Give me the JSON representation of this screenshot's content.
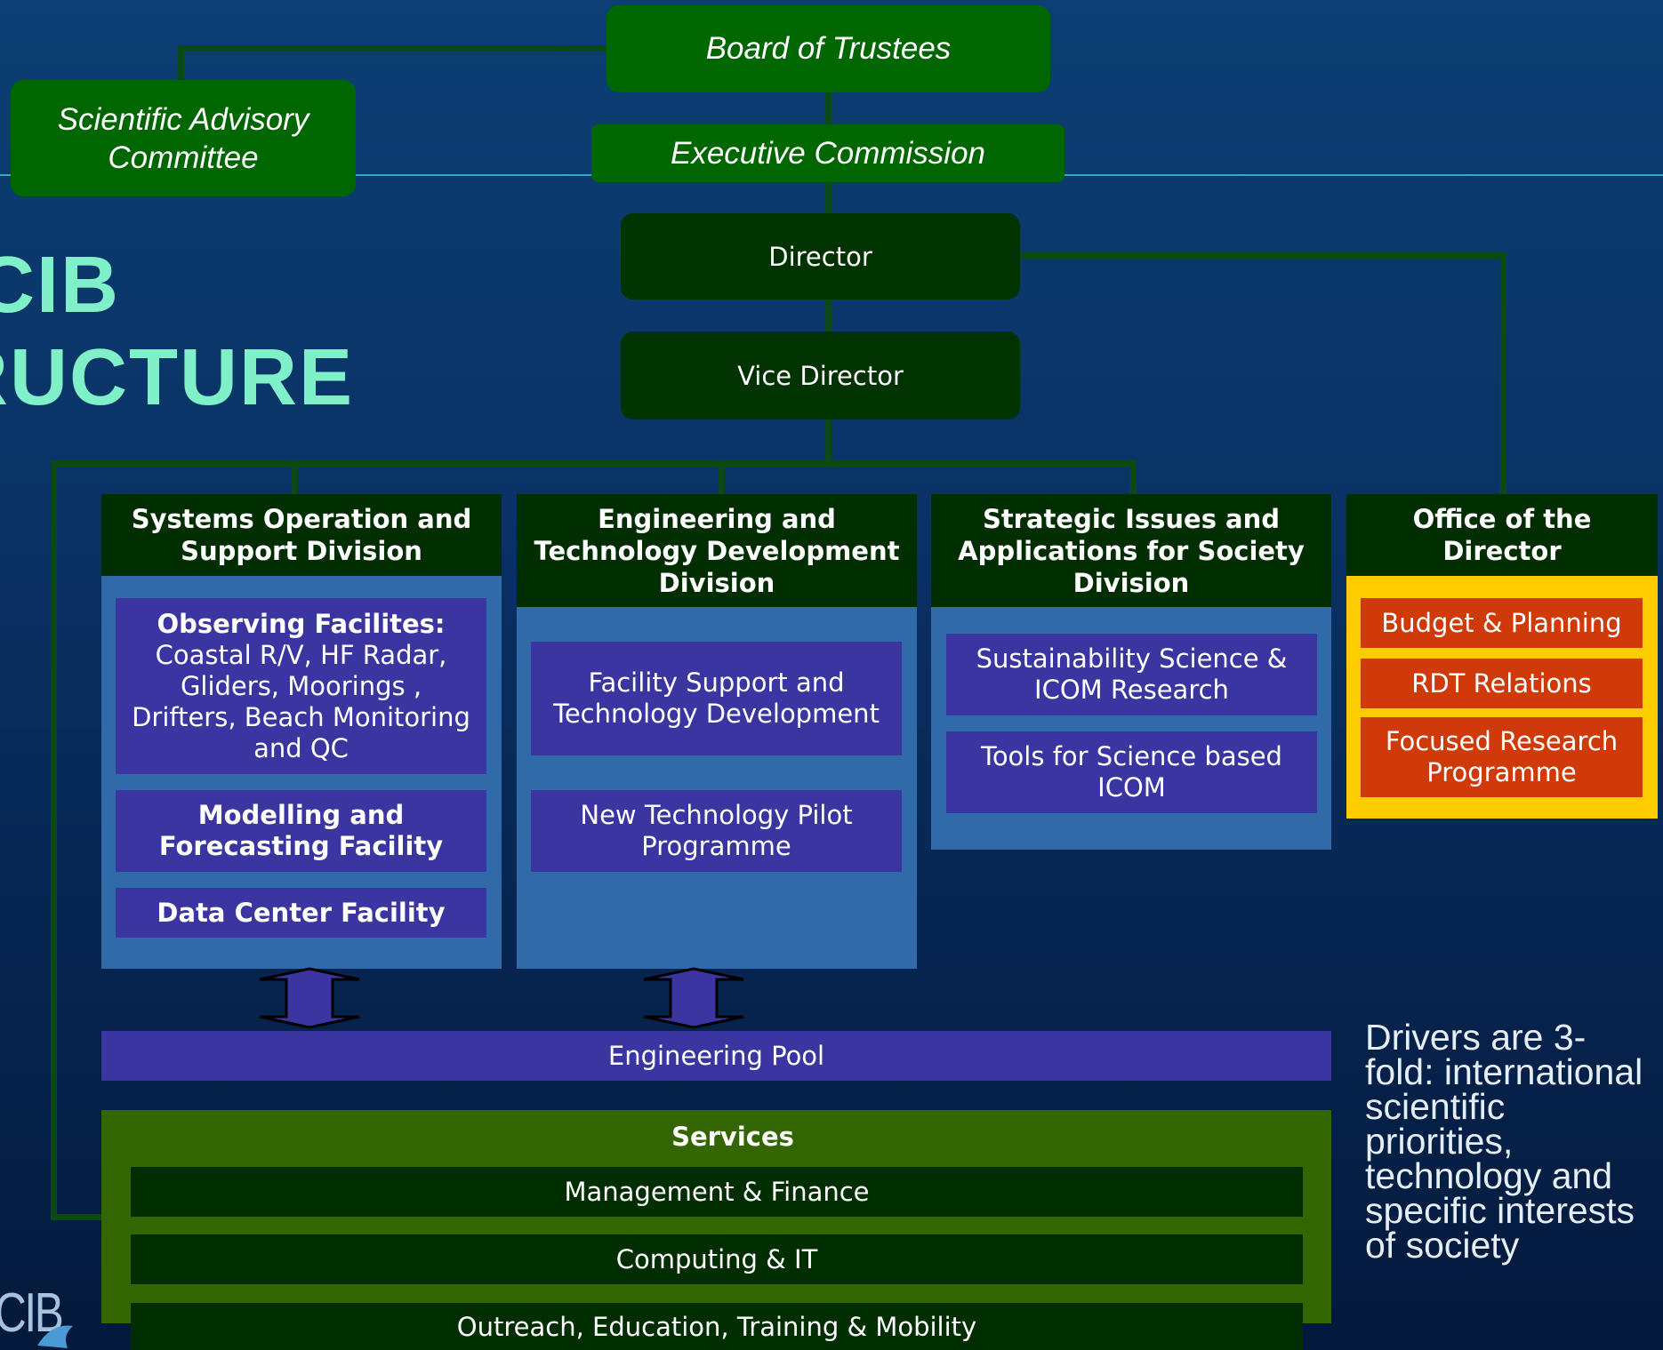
{
  "governance": {
    "board": "Board of Trustees",
    "sac": [
      "Scientific Advisory",
      "Committee"
    ],
    "executive": "Executive Commission",
    "director": "Director",
    "vice_director": "Vice Director"
  },
  "title": {
    "line1": "CIB",
    "line2": "RUCTURE"
  },
  "divisions": {
    "systems": {
      "header": "Systems Operation and Support Division",
      "items": {
        "observing_title": "Observing Facilites:",
        "observing_text": "Coastal R/V, HF Radar, Gliders, Moorings , Drifters, Beach Monitoring and QC",
        "modelling": "Modelling and Forecasting Facility",
        "data_center": "Data Center Facility"
      }
    },
    "engineering": {
      "header": "Engineering and Technology Development Division",
      "items": {
        "facility_support": "Facility Support and Technology Development",
        "pilot": "New Technology Pilot Programme"
      }
    },
    "strategic": {
      "header": "Strategic Issues and Applications for Society Division",
      "items": {
        "sustainability": "Sustainability Science & ICOM Research",
        "tools": "Tools for Science based ICOM"
      }
    },
    "office": {
      "header": "Office of the Director",
      "items": {
        "budget": "Budget & Planning",
        "rdt": "RDT Relations",
        "focused": "Focused Research Programme"
      }
    }
  },
  "engineering_pool": "Engineering Pool",
  "services": {
    "title": "Services",
    "items": {
      "management": "Management & Finance",
      "computing": "Computing & IT",
      "outreach": "Outreach, Education, Training & Mobility"
    }
  },
  "drivers": "Drivers are 3-fold: international scientific priorities, technology and specific interests of society",
  "logo": {
    "text": "CIB"
  },
  "colors": {
    "background": "#0a3366",
    "governance_green": "#006600",
    "dark_green": "#003300",
    "division_body": "#306aa8",
    "item_purple": "#3a35a0",
    "office_yellow": "#ffcc00",
    "office_red": "#d03a08",
    "services_green": "#336600",
    "title_mint": "#7ff0c8"
  }
}
